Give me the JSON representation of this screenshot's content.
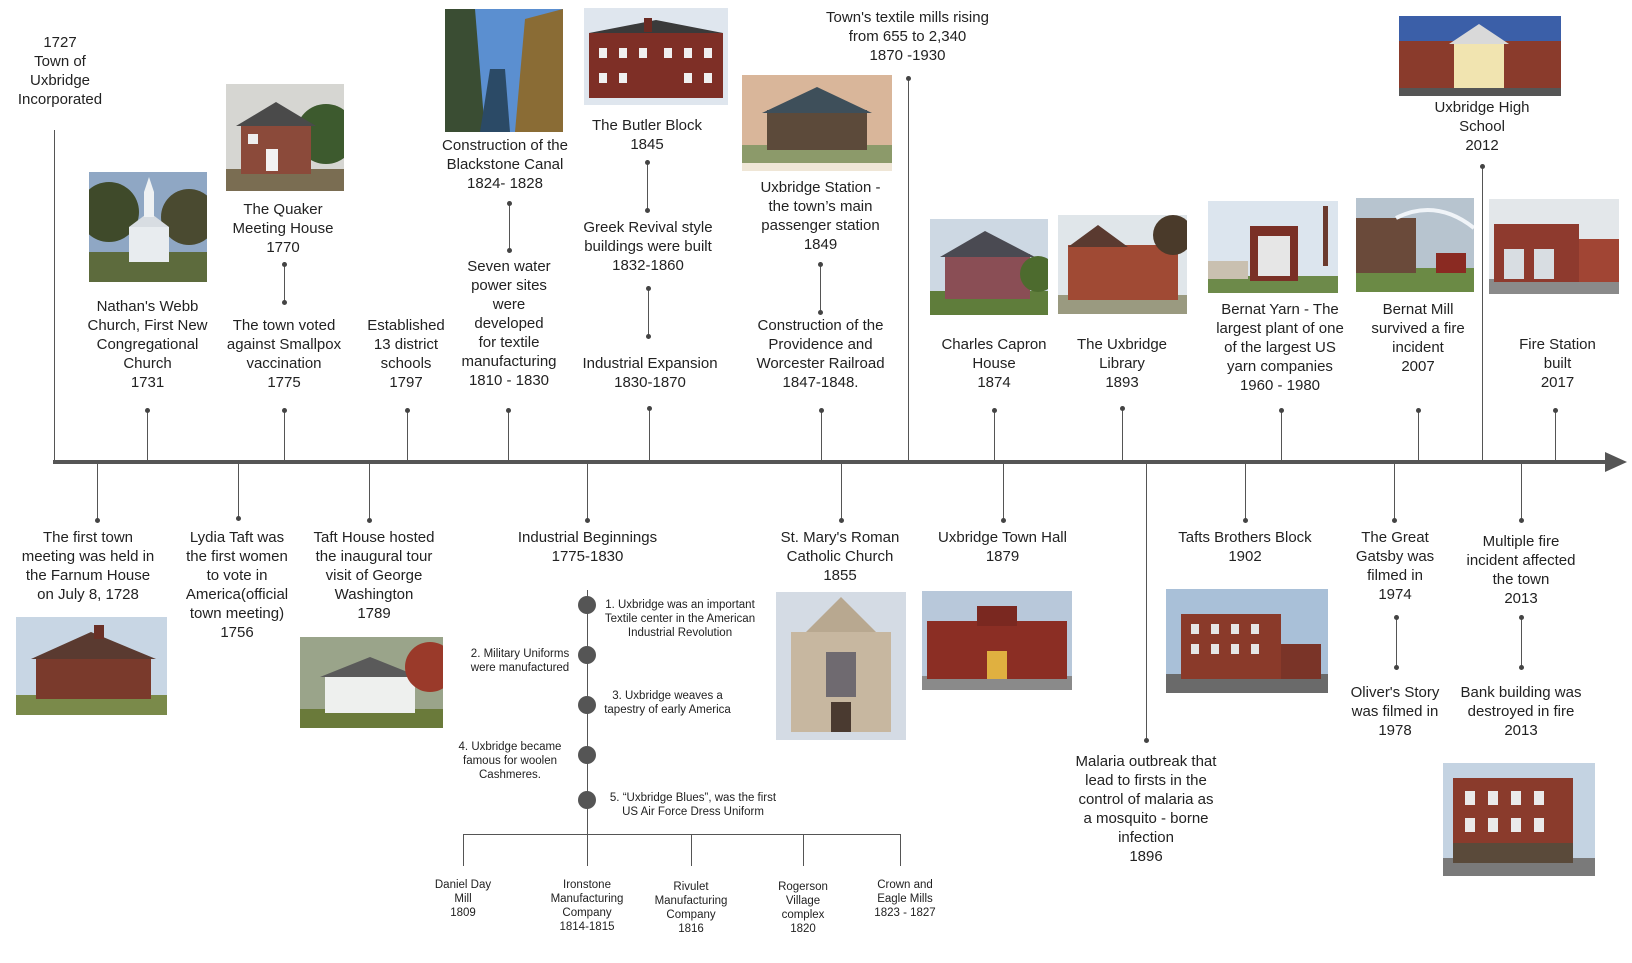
{
  "events_above": [
    {
      "id": "a1727",
      "text": "1727\nTown of\nUxbridge\nIncorporated"
    },
    {
      "id": "a1731",
      "text": "Nathan's Webb\nChurch, First New\nCongregational\nChurch\n1731"
    },
    {
      "id": "a1770",
      "text": "The Quaker\nMeeting House\n1770"
    },
    {
      "id": "a1775",
      "text": "The town voted\nagainst Smallpox\nvaccination\n1775"
    },
    {
      "id": "a1797",
      "text": "Established\n13 district\nschools\n1797"
    },
    {
      "id": "a1824",
      "text": "Construction of the\nBlackstone Canal\n1824- 1828"
    },
    {
      "id": "a1810",
      "text": "Seven water\npower sites\nwere\ndeveloped\nfor textile\nmanufacturing\n1810 - 1830"
    },
    {
      "id": "a1845",
      "text": "The Butler Block\n1845"
    },
    {
      "id": "a1832",
      "text": "Greek Revival style\nbuildings were built\n1832-1860"
    },
    {
      "id": "a1830",
      "text": "Industrial Expansion\n1830-1870"
    },
    {
      "id": "a1849",
      "text": "Uxbridge Station -\nthe town’s main\npassenger station\n1849"
    },
    {
      "id": "a1847",
      "text": "Construction of the\nProvidence and\nWorcester Railroad\n1847-1848."
    },
    {
      "id": "a1870",
      "text": "Town's textile mills rising\nfrom 655 to 2,340\n1870 -1930"
    },
    {
      "id": "a1874",
      "text": "Charles Capron\nHouse\n1874"
    },
    {
      "id": "a1893",
      "text": "The Uxbridge\nLibrary\n1893"
    },
    {
      "id": "a1960",
      "text": "Bernat Yarn - The\nlargest plant of one\nof the largest US\nyarn companies\n1960 - 1980"
    },
    {
      "id": "a2007",
      "text": "Bernat Mill\nsurvived a fire\nincident\n2007"
    },
    {
      "id": "a2012",
      "text": "Uxbridge High\nSchool\n2012"
    },
    {
      "id": "a2017",
      "text": "Fire Station\nbuilt\n2017"
    }
  ],
  "events_below": [
    {
      "id": "b1728",
      "text": "The first town\nmeeting was held in\nthe Farnum House\non July 8, 1728"
    },
    {
      "id": "b1756",
      "text": "Lydia Taft was\nthe first women\nto vote in\nAmerica(official\ntown meeting)\n1756"
    },
    {
      "id": "b1789",
      "text": "Taft House hosted\nthe inaugural tour\nvisit of George\nWashington\n1789"
    },
    {
      "id": "b1775",
      "text": "Industrial Beginnings\n1775-1830"
    },
    {
      "id": "b1855",
      "text": "St. Mary's Roman\nCatholic Church\n1855"
    },
    {
      "id": "b1879",
      "text": "Uxbridge Town Hall\n1879"
    },
    {
      "id": "b1896",
      "text": "Malaria outbreak that\nlead to firsts in the\ncontrol of malaria as\na mosquito - borne\ninfection\n1896"
    },
    {
      "id": "b1902",
      "text": "Tafts Brothers Block\n1902"
    },
    {
      "id": "b1974",
      "text": "The Great\nGatsby was\nfilmed in\n1974"
    },
    {
      "id": "b1978",
      "text": "Oliver's Story\nwas filmed in\n1978"
    },
    {
      "id": "b2013a",
      "text": "Multiple fire\nincident affected\nthe town\n2013"
    },
    {
      "id": "b2013b",
      "text": "Bank building was\ndestroyed in fire\n2013"
    }
  ],
  "industrial_facts": [
    "1. Uxbridge was an important\nTextile center in the American\nIndustrial Revolution",
    "2. Military Uniforms\nwere manufactured",
    "3. Uxbridge weaves a\ntapestry of early America",
    "4. Uxbridge became\nfamous for woolen\nCashmeres.",
    "5. “Uxbridge Blues”, was the first\nUS Air Force Dress Uniform"
  ],
  "mills": [
    "Daniel Day\nMill\n1809",
    "Ironstone\nManufacturing\nCompany\n1814-1815",
    "Rivulet\nManufacturing\nCompany\n1816",
    "Rogerson\nVillage\ncomplex\n1820",
    "Crown and\nEagle Mills\n1823 - 1827"
  ],
  "colors": {
    "line": "#555555",
    "brick": "#8b3a2c",
    "sky": "#c9d8ea",
    "grass": "#6f8a4a"
  }
}
